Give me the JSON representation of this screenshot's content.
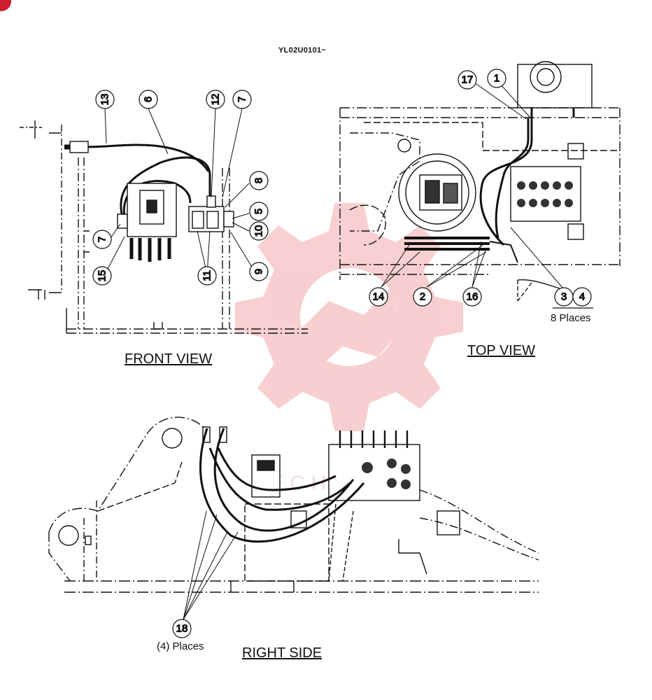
{
  "drawing_code": "YL02U0101~",
  "views": {
    "front": "FRONT VIEW",
    "top": "TOP VIEW",
    "right": "RIGHT SIDE"
  },
  "notes": {
    "top_qty": "8 Places",
    "side_qty": "(4) Places"
  },
  "callouts": {
    "front": {
      "c13": "13",
      "c6": "6",
      "c12": "12",
      "c7a": "7",
      "c8": "8",
      "c5": "5",
      "c10": "10",
      "c7b": "7",
      "c15": "15",
      "c11": "11",
      "c9": "9"
    },
    "top": {
      "c17": "17",
      "c1": "1",
      "c14": "14",
      "c2": "2",
      "c16": "16",
      "c3": "3",
      "c4": "4"
    },
    "side": {
      "c18": "18"
    }
  },
  "watermark_color": "#e8555a"
}
